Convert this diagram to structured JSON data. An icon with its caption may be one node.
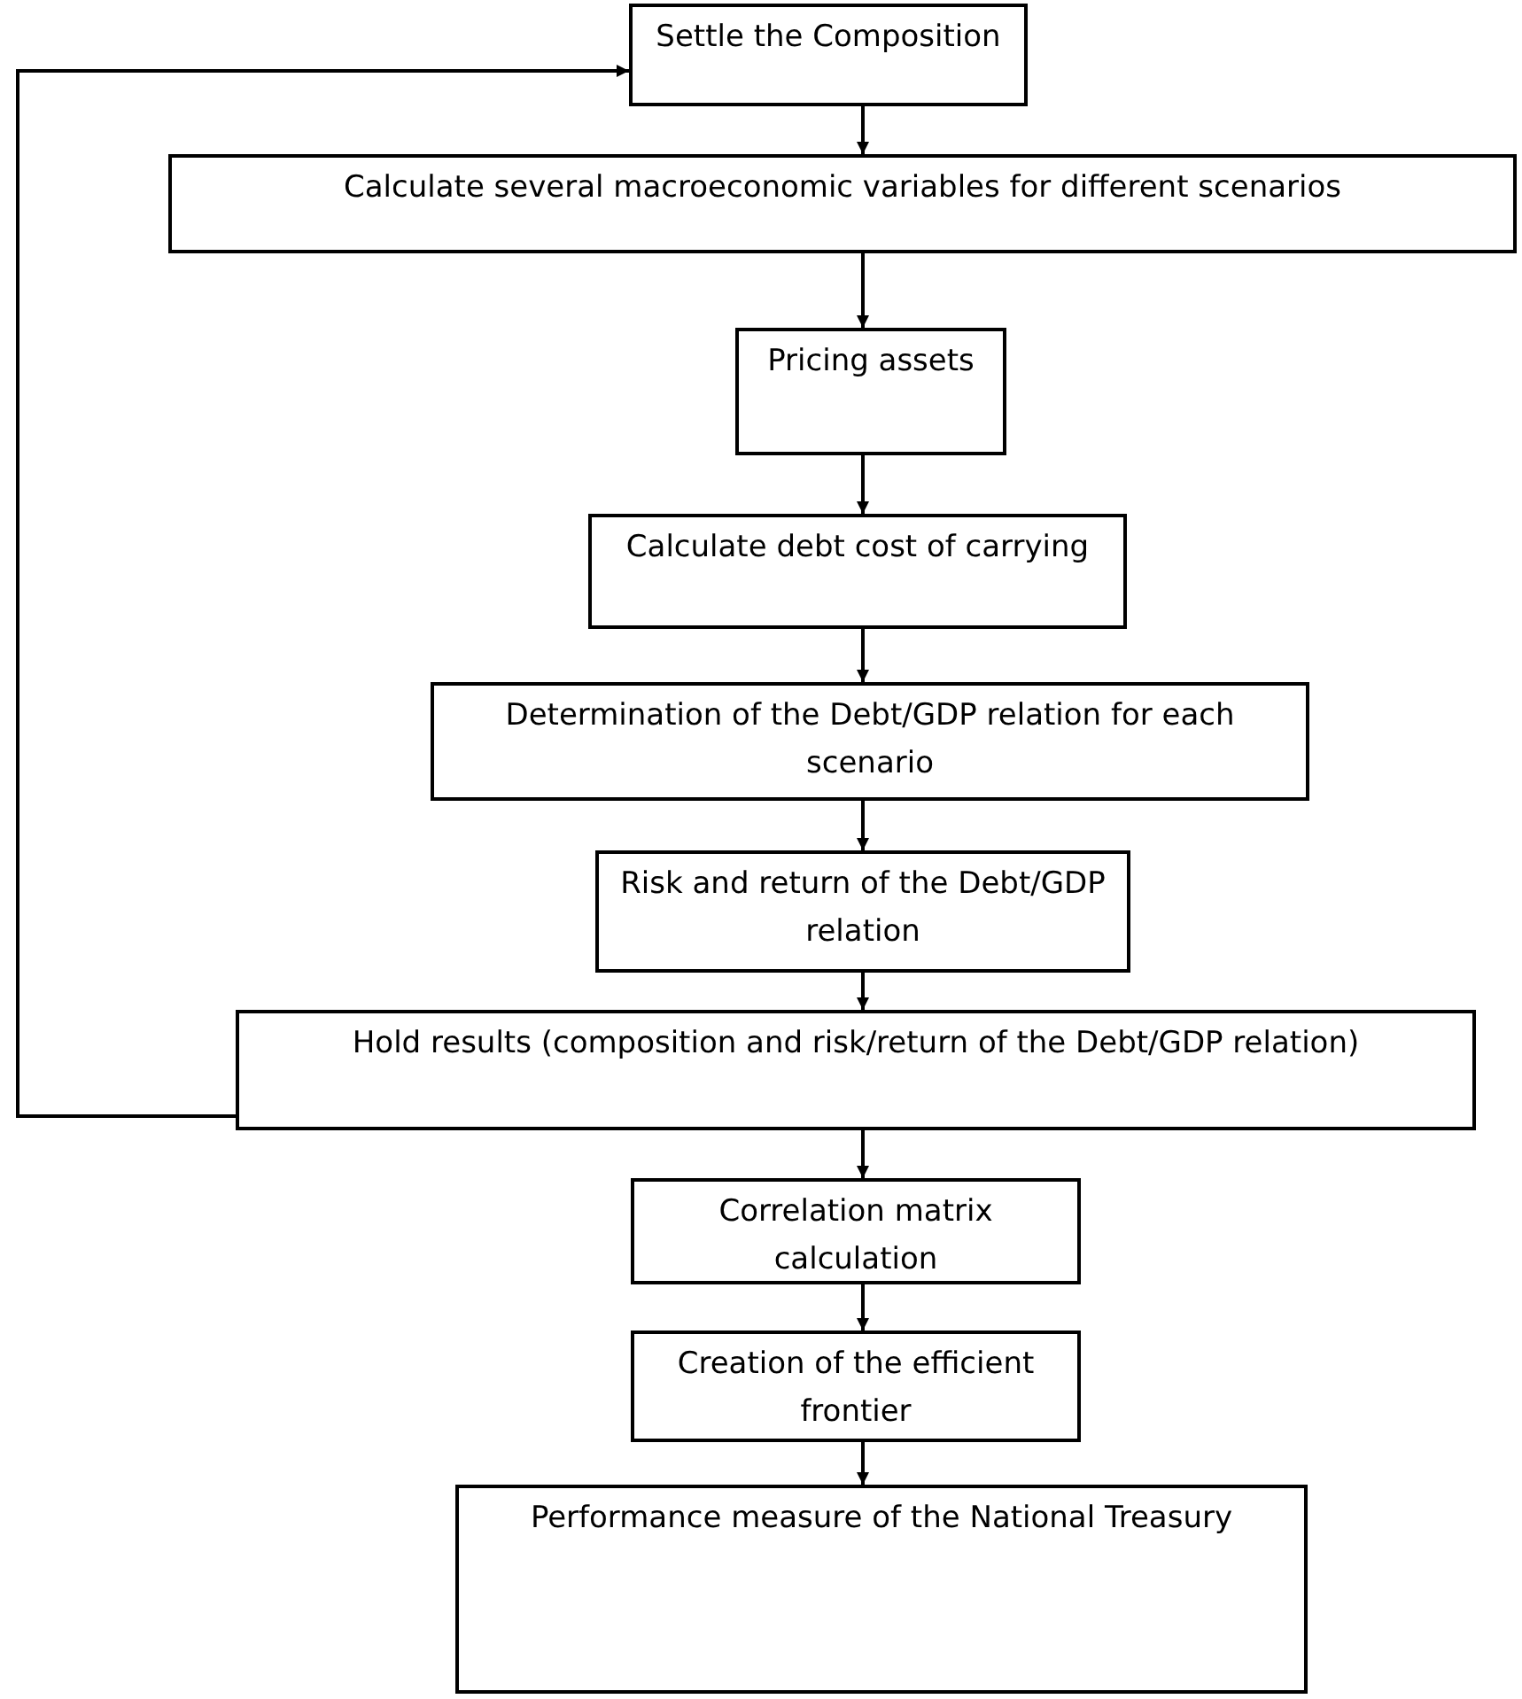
{
  "diagram": {
    "nodes": [
      {
        "text": [
          "Settle the Composition"
        ]
      },
      {
        "text": [
          "Calculate several macroeconomic variables for different scenarios"
        ]
      },
      {
        "text": [
          "Pricing assets"
        ]
      },
      {
        "text": [
          "Calculate debt cost of carrying"
        ]
      },
      {
        "text": [
          "Determination of the Debt/GDP relation for each scenario"
        ]
      },
      {
        "text": [
          "Risk and return of the Debt/GDP relation"
        ]
      },
      {
        "text": [
          "Hold results (composition and risk/return of the Debt/GDP relation)"
        ]
      },
      {
        "text": [
          "Correlation matrix calculation"
        ]
      },
      {
        "text": [
          "Creation of the efficient frontier"
        ]
      },
      {
        "text": [
          "Performance measure of the National Treasury"
        ]
      }
    ],
    "edges": [
      {
        "from": 0,
        "to": 1,
        "arrow": "to"
      },
      {
        "from": 1,
        "to": 2,
        "arrow": "to"
      },
      {
        "from": 2,
        "to": 3,
        "arrow": "to"
      },
      {
        "from": 3,
        "to": 4,
        "arrow": "to"
      },
      {
        "from": 4,
        "to": 5,
        "arrow": "to"
      },
      {
        "from": 5,
        "to": 6,
        "arrow": "to"
      },
      {
        "from": 6,
        "to": 0,
        "arrow": "to"
      },
      {
        "from": 6,
        "to": 7,
        "arrow": "to"
      },
      {
        "from": 7,
        "to": 8,
        "arrow": "to"
      },
      {
        "from": 8,
        "to": 9,
        "arrow": "to"
      }
    ]
  }
}
